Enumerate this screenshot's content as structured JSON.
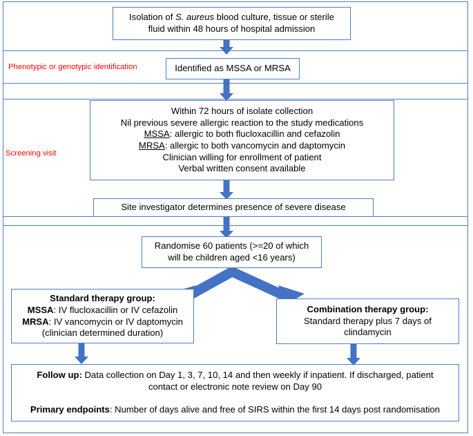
{
  "diagram": {
    "title": "Trial flow diagram",
    "accent_color": "#4472c4",
    "border_color": "#4a7ebb",
    "label_color": "#ff0000",
    "text_color": "#000000"
  },
  "stage_labels": [
    {
      "id": "phenotypic",
      "text": "Phenotypic or genotypic identification"
    },
    {
      "id": "screening",
      "text": "Screening visit"
    }
  ],
  "nodes": {
    "isolation": {
      "line1_a": "Isolation of ",
      "line1_italic": "S. aureus",
      "line1_b": " blood culture, tissue or sterile",
      "line2": "fluid within 48 hours of hospital admission"
    },
    "identified": {
      "line1": "Identified as MSSA or MRSA"
    },
    "screening_criteria": {
      "line1": "Within 72 hours of isolate collection",
      "line2": "Nil previous severe allergic reaction to the study medications",
      "line3_u": "MSSA",
      "line3_rest": ": allergic to both flucloxacillin and cefazolin",
      "line4_u": "MRSA",
      "line4_rest": ": allergic to both vancomycin and daptomycin",
      "line5": "Clinician willing for enrollment of patient",
      "line6": "Verbal written consent available"
    },
    "severe_disease": {
      "line1": "Site investigator determines presence of severe disease"
    },
    "randomise": {
      "line1": "Randomise 60 patients (>=20 of which",
      "line2": "will be children aged <16 years)"
    },
    "standard_therapy": {
      "line1": "Standard therapy group:",
      "line2_b": "MSSA",
      "line2_rest": ": IV flucloxacillin or IV cefazolin",
      "line3_b": "MRSA",
      "line3_rest": ": IV vancomycin or IV daptomycin",
      "line4": "(clinician determined duration)"
    },
    "combination_therapy": {
      "line1": "Combination therapy group:",
      "line2": "Standard therapy plus 7 days of",
      "line3": "clindamycin"
    },
    "outcomes": {
      "followup_label": "Follow up:",
      "followup_text": " Data collection on Day 1, 3, 7, 10, 14 and then weekly if inpatient. If discharged, patient contact or electronic note review on Day 90",
      "endpoints_label": "Primary endpoints",
      "endpoints_text": ": Number of days alive and free of SIRS within the first 14 days post randomisation"
    }
  },
  "connectors": [
    {
      "id": "isolation-to-identified",
      "kind": "arrow-down"
    },
    {
      "id": "identified-to-screening",
      "kind": "arrow-down"
    },
    {
      "id": "screening-to-severe",
      "kind": "arrow-down"
    },
    {
      "id": "severe-to-randomise",
      "kind": "arrow-down"
    },
    {
      "id": "randomise-to-standard",
      "kind": "arrow-diagonal-left"
    },
    {
      "id": "randomise-to-combination",
      "kind": "arrow-diagonal-right"
    },
    {
      "id": "standard-to-outcomes",
      "kind": "arrow-down"
    },
    {
      "id": "combination-to-outcomes",
      "kind": "arrow-down"
    }
  ]
}
